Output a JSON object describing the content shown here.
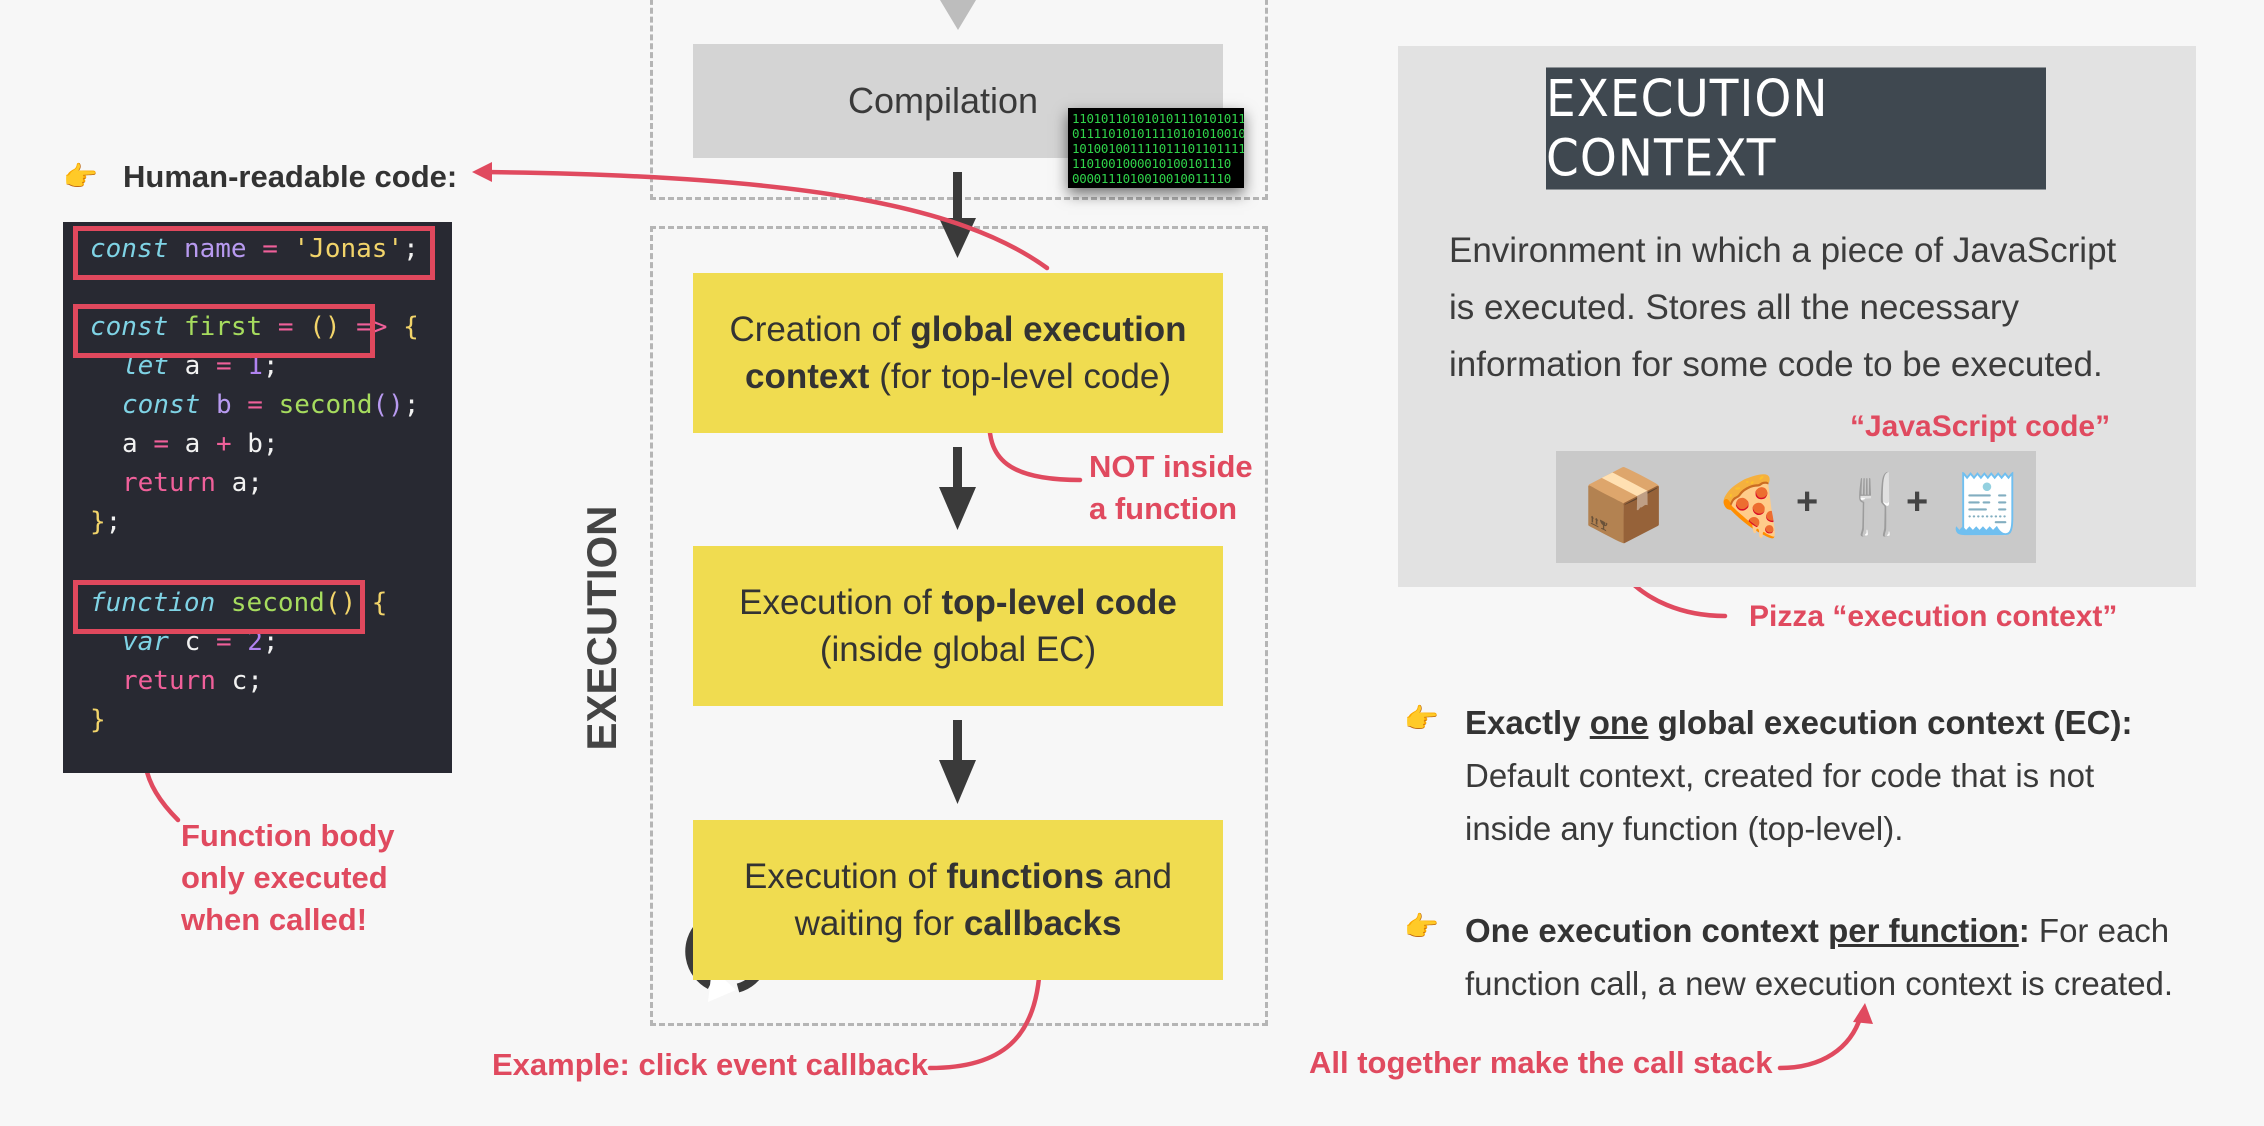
{
  "compilation": {
    "label": "Compilation",
    "binary": [
      "1101011010101011101010110",
      "0111101010111101010100100",
      "1010010011110111011011111",
      "1101001000010100101110",
      "0000111010010010011110"
    ]
  },
  "execution_label": "EXECUTION",
  "steps": [
    {
      "pre": "Creation of ",
      "bold": "global execution",
      "line2_bold": "context",
      "line2": " (for top-level code)"
    },
    {
      "pre": "Execution of ",
      "bold": "top-level code",
      "line2": "(inside global EC)"
    },
    {
      "pre": "Execution of ",
      "bold": "functions",
      "post": " and",
      "line2": "waiting for ",
      "line2_bold": "callbacks"
    }
  ],
  "annotations": {
    "human_readable": "Human-readable code:",
    "not_inside_1": "NOT inside",
    "not_inside_2": "a function",
    "function_body_1": "Function body",
    "function_body_2": "only executed",
    "function_body_3": "when called!",
    "example_callback": "Example: click event callback",
    "call_stack": "All together make the call stack",
    "js_code": "“JavaScript code”",
    "pizza_ec": "Pizza “execution context”"
  },
  "code": {
    "l1": [
      "const",
      "name",
      "=",
      "'Jonas'",
      ";"
    ],
    "l2": [
      "const",
      "first",
      "=",
      "()",
      "=>",
      "{"
    ],
    "l3": [
      "let",
      "a",
      "=",
      "1",
      ";"
    ],
    "l4": [
      "const",
      "b",
      "=",
      "second",
      "()",
      ";"
    ],
    "l5": [
      "a",
      "=",
      "a",
      "+",
      "b",
      ";"
    ],
    "l6": [
      "return",
      "a",
      ";"
    ],
    "l7": [
      "}",
      ";"
    ],
    "l8": [
      "function",
      "second",
      "()",
      "{"
    ],
    "l9": [
      "var",
      "c",
      "=",
      "2",
      ";"
    ],
    "l10": [
      "return",
      "c",
      ";"
    ],
    "l11": [
      "}"
    ]
  },
  "ec": {
    "title": "EXECUTION CONTEXT",
    "desc": [
      "Environment in which a piece of JavaScript",
      "is executed. Stores all the necessary",
      "information for some code to be executed."
    ],
    "emoji": {
      "box": "📦",
      "pizza": "🍕",
      "plus1": "+",
      "cutlery": "🍴",
      "plus2": "+",
      "receipt": "🧾"
    }
  },
  "bullets": [
    {
      "b1": "Exactly ",
      "u": "one",
      "b2": " global execution context (EC):",
      "l2": "Default context, created for code that is not",
      "l3": "inside any function (top-level)."
    },
    {
      "b1": "One execution context ",
      "u": "per function",
      "b2": ":",
      "rest": " For each",
      "l2": "function call, a new execution context is created."
    }
  ],
  "icons": [
    "hand-pointing-right-icon",
    "down-arrow-icon",
    "loop-arrow-icon",
    "package-icon",
    "pizza-icon",
    "fork-knife-icon",
    "receipt-icon"
  ],
  "colors": {
    "accent_red": "#e04a5f",
    "yellow": "#f0dc50",
    "code_bg": "#282932",
    "title_bg": "#3f4850"
  }
}
